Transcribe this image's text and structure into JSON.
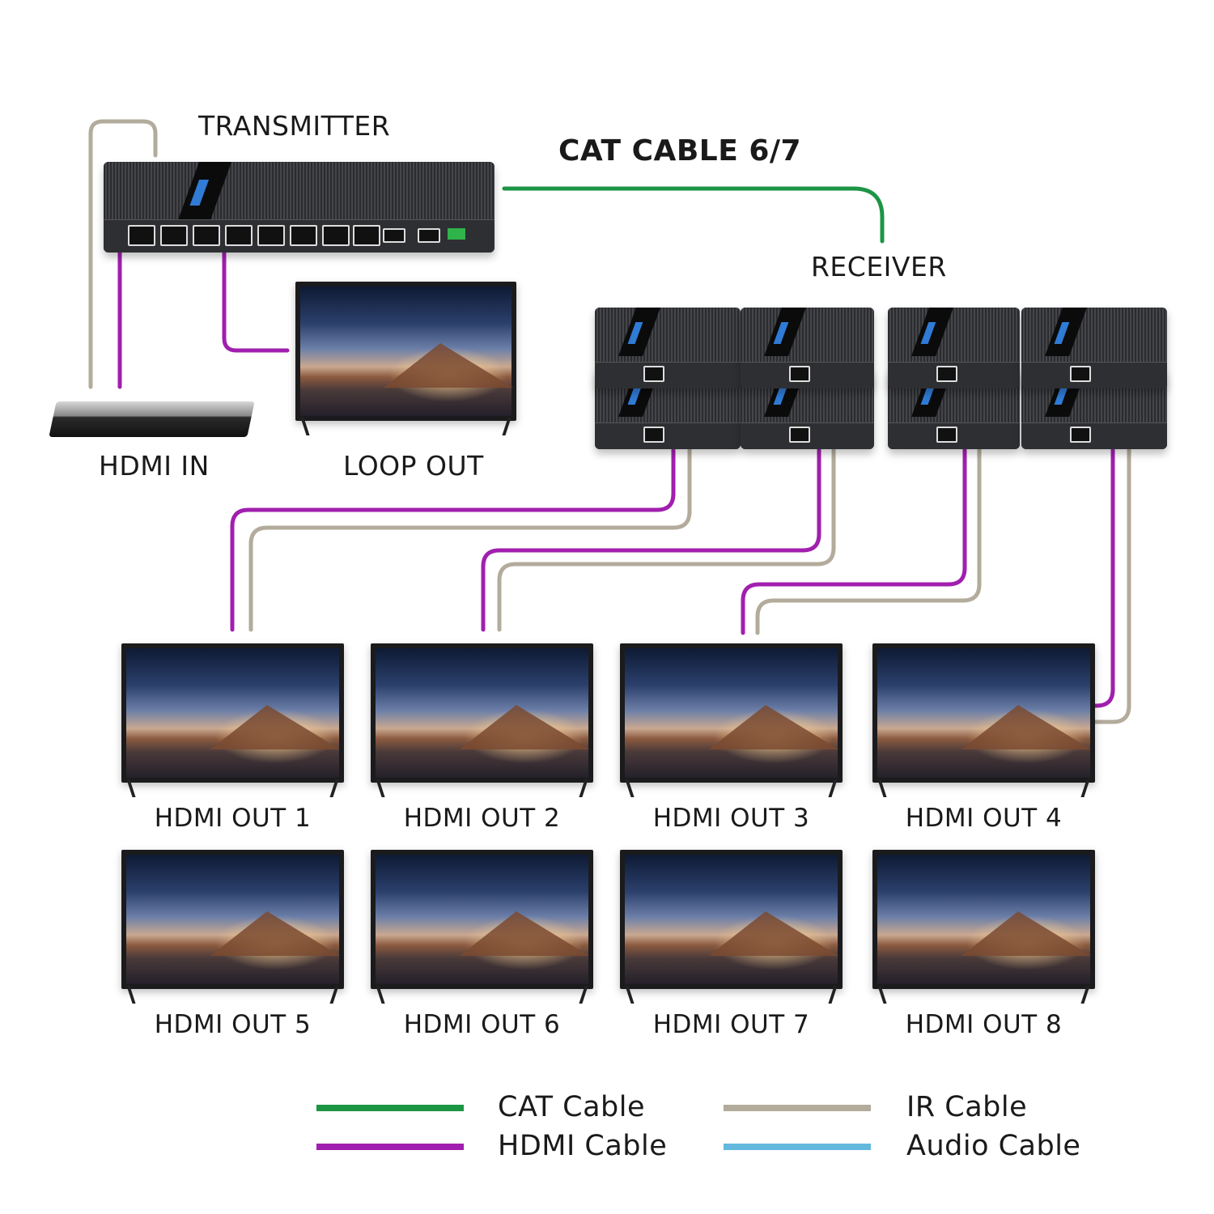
{
  "labels": {
    "transmitter": "TRANSMITTER",
    "cat_cable": "CAT CABLE 6/7",
    "receiver": "RECEIVER",
    "hdmi_in": "HDMI IN",
    "loop_out": "LOOP OUT",
    "outputs": [
      "HDMI OUT 1",
      "HDMI OUT 2",
      "HDMI OUT 3",
      "HDMI OUT 4",
      "HDMI OUT 5",
      "HDMI OUT 6",
      "HDMI OUT 7",
      "HDMI OUT 8"
    ]
  },
  "legend": [
    {
      "label": "CAT Cable",
      "color": "#1c9545"
    },
    {
      "label": "HDMI Cable",
      "color": "#a11fae"
    },
    {
      "label": "IR Cable",
      "color": "#b3ab9b"
    },
    {
      "label": "Audio Cable",
      "color": "#63b8de"
    }
  ],
  "colors": {
    "cat": "#1c9545",
    "hdmi": "#a11fae",
    "ir": "#b3ab9b",
    "audio": "#63b8de"
  }
}
